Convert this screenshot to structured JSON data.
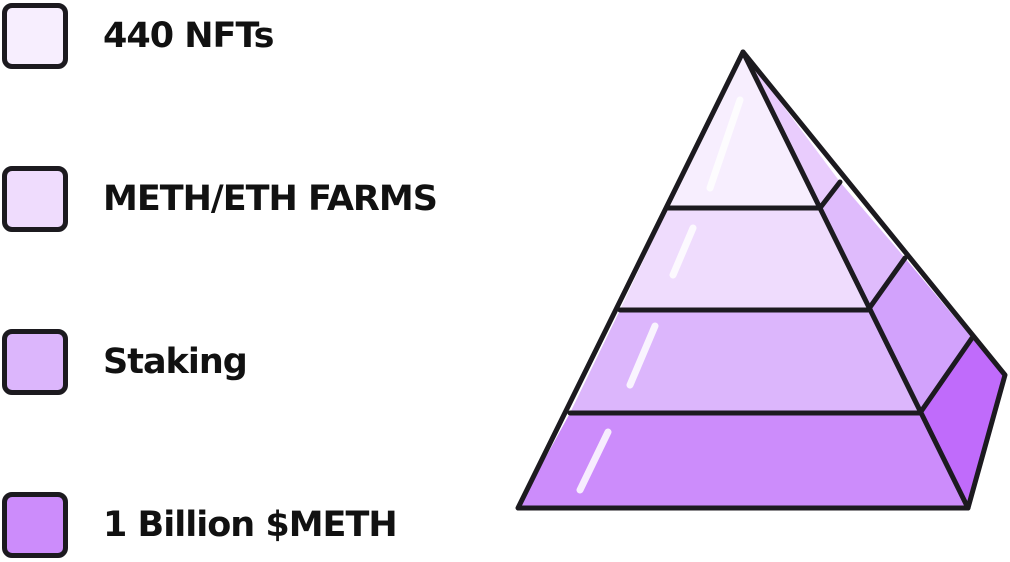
{
  "legend": {
    "items": [
      {
        "label": "440 NFTs",
        "color": "#f7eefe"
      },
      {
        "label": "METH/ETH FARMS",
        "color": "#efdcfd"
      },
      {
        "label": "Staking",
        "color": "#dcb6fc"
      },
      {
        "label": "1 Billion $METH",
        "color": "#cc8cfb"
      }
    ]
  },
  "pyramid": {
    "tiers": [
      {
        "front_color": "#f7eefe",
        "side_color": "#e9ccfd"
      },
      {
        "front_color": "#efdcfd",
        "side_color": "#dfbbfc"
      },
      {
        "front_color": "#dcb6fc",
        "side_color": "#d2a2fc"
      },
      {
        "front_color": "#cc8cfb",
        "side_color": "#c06bfb"
      }
    ],
    "outline_color": "#1c1a1f",
    "highlight_color": "#ffffff"
  }
}
